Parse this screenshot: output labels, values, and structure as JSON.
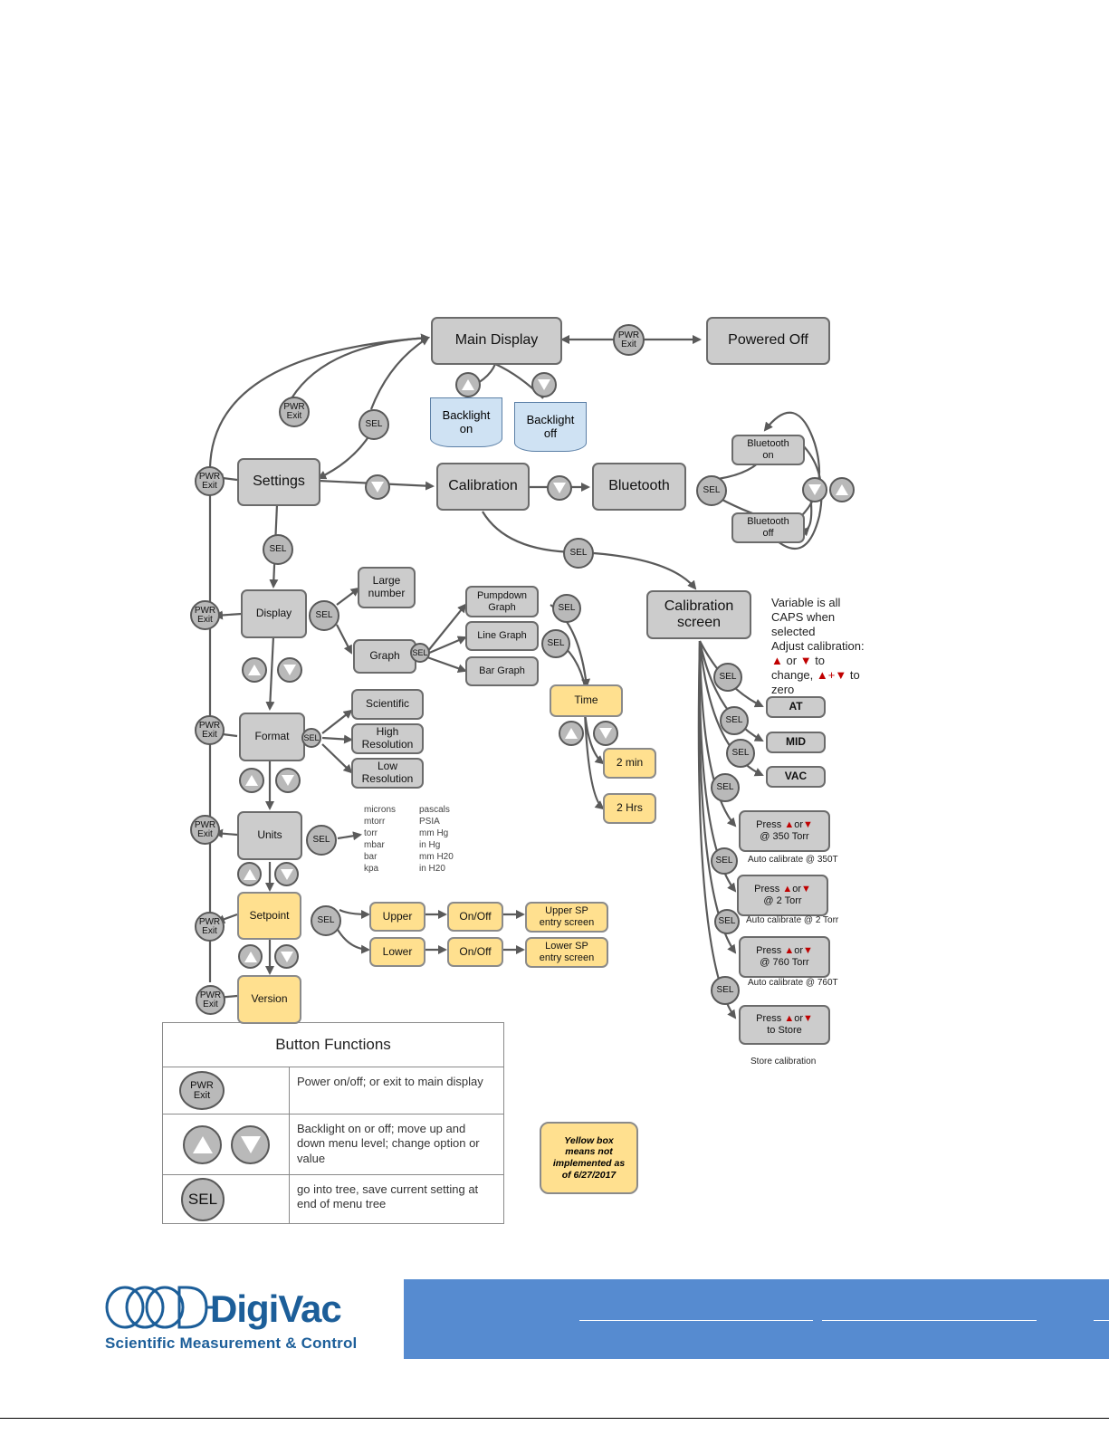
{
  "nodes": {
    "main_display": "Main Display",
    "powered_off": "Powered Off",
    "backlight_on": "Backlight\non",
    "backlight_off": "Backlight\noff",
    "settings": "Settings",
    "calibration": "Calibration",
    "bluetooth": "Bluetooth",
    "bluetooth_on": "Bluetooth\non",
    "bluetooth_off": "Bluetooth\noff",
    "calibration_screen": "Calibration\nscreen",
    "display": "Display",
    "large_number": "Large\nnumber",
    "graph": "Graph",
    "pumpdown_graph": "Pumpdown\nGraph",
    "line_graph": "Line Graph",
    "bar_graph": "Bar Graph",
    "time": "Time",
    "two_min": "2 min",
    "two_hrs": "2 Hrs",
    "format": "Format",
    "scientific": "Scientific",
    "high_resolution": "High\nResolution",
    "low_resolution": "Low\nResolution",
    "units": "Units",
    "setpoint": "Setpoint",
    "upper": "Upper",
    "lower": "Lower",
    "on_off": "On/Off",
    "upper_sp": "Upper SP\nentry screen",
    "lower_sp": "Lower SP\nentry screen",
    "version": "Version",
    "at": "AT",
    "mid": "MID",
    "vac": "VAC",
    "press_prefix": "Press",
    "or": "or",
    "at_350": "@ 350 Torr",
    "at_2": "@ 2 Torr",
    "at_760": "@ 760 Torr",
    "to_store": "to Store"
  },
  "buttons": {
    "pwr_exit": "PWR\nExit",
    "sel": "SEL"
  },
  "calibration_note": {
    "line1": "Variable is all",
    "line2": "CAPS when",
    "line3": "selected",
    "line4": "Adjust calibration:",
    "line5_or": "or",
    "line5_to": "to",
    "line6_change": "change,",
    "line6_to": "to",
    "line7": "zero"
  },
  "captions": {
    "auto_350": "Auto calibrate @ 350T",
    "auto_2": "Auto calibrate @ 2 Torr",
    "auto_760": "Auto calibrate @ 760T",
    "store": "Store calibration"
  },
  "units_list": {
    "left": [
      "microns",
      "mtorr",
      "torr",
      "mbar",
      "bar",
      "kpa"
    ],
    "right": [
      "pascals",
      "PSIA",
      "mm Hg",
      "in Hg",
      "mm H20",
      "in H20"
    ]
  },
  "legend": {
    "title": "Button Functions",
    "row1_button": "PWR\nExit",
    "row1_text": "Power on/off; or exit to main display",
    "row2_text": "Backlight on or off; move up and down menu level; change option or value",
    "row3_button": "SEL",
    "row3_text": "go into tree, save current setting at end of menu tree"
  },
  "yellow_note": "Yellow box\nmeans not\nimplemented as\nof 6/27/2017",
  "footer": {
    "brand": "DigiVac",
    "tagline": "Scientific Measurement & Control"
  },
  "colors": {
    "gray_box": "#cccccc",
    "yellow_box": "#ffe08f",
    "blue_box": "#cfe2f3",
    "footer_band": "#568bd0",
    "brand_blue": "#1c5e99",
    "arrow_red": "#c00000"
  }
}
